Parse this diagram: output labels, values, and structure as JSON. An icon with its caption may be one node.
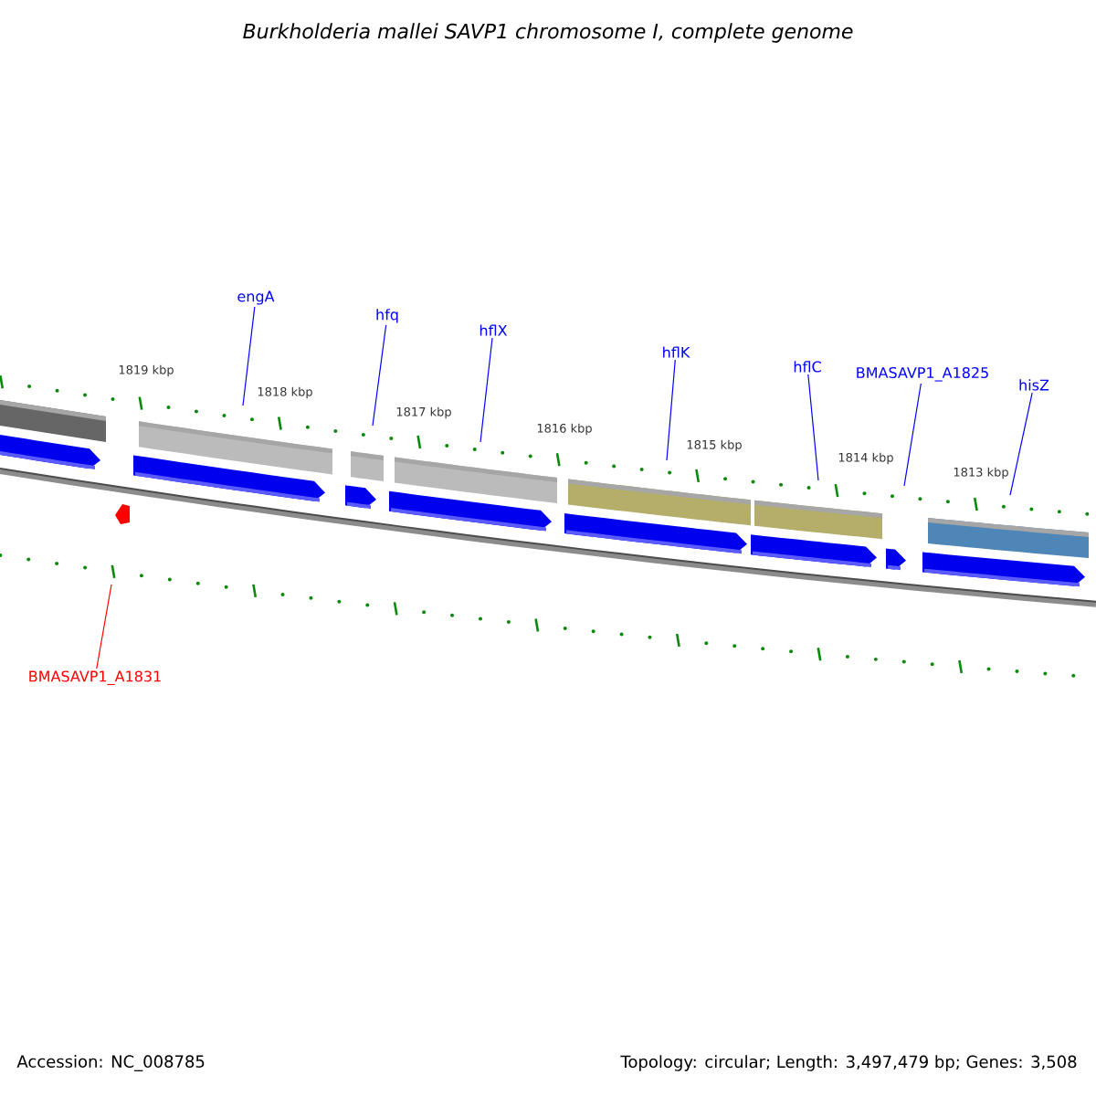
{
  "diagram": {
    "title": "Burkholderia mallei SAVP1 chromosome I, complete genome",
    "nodes": [
      {
        "text": [
          "engA"
        ]
      },
      {
        "text": [
          "hfq"
        ]
      },
      {
        "text": [
          "hflX"
        ]
      },
      {
        "text": [
          "hflK"
        ]
      },
      {
        "text": [
          "hflC"
        ]
      },
      {
        "text": [
          "BMASAVP1_A1825"
        ]
      },
      {
        "text": [
          "hisZ"
        ]
      },
      {
        "text": [
          "BMASAVP1_A1831"
        ]
      }
    ],
    "edges": [
      {
        "from": 0,
        "to": null,
        "arrow": "none"
      },
      {
        "from": 1,
        "to": null,
        "arrow": "none"
      },
      {
        "from": 2,
        "to": null,
        "arrow": "none"
      },
      {
        "from": 3,
        "to": null,
        "arrow": "none"
      },
      {
        "from": 4,
        "to": null,
        "arrow": "none"
      },
      {
        "from": 5,
        "to": null,
        "arrow": "none"
      },
      {
        "from": 6,
        "to": null,
        "arrow": "none"
      },
      {
        "from": 7,
        "to": null,
        "arrow": "none",
        "color": "#ff0000"
      }
    ],
    "labels": [
      "1819 kbp",
      "1818 kbp",
      "1817 kbp",
      "1816 kbp",
      "1815 kbp",
      "1814 kbp",
      "1813 kbp",
      "Accession: NC_008785",
      "Topology: circular; Length: 3,497,479 bp; Genes: 3,508"
    ]
  }
}
